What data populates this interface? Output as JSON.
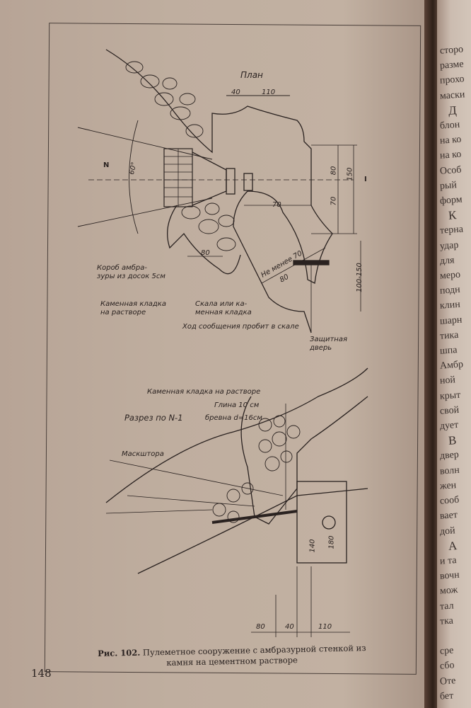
{
  "left_page": {
    "page_number": "148",
    "figure": {
      "plan_title": "План",
      "plan_dims": {
        "d40": "40",
        "d110": "110",
        "d80v": "80",
        "d150v": "150",
        "d70v": "70",
        "d70h": "70",
        "d100_150": "100-150",
        "d80b": "80",
        "d80c": "80",
        "angle": "60°",
        "n_mark": "N",
        "i_mark": "I",
        "not_less": "Не менее 70"
      },
      "plan_labels": {
        "box_line1": "Короб амбра-",
        "box_line2": "зуры из досок 5см",
        "masonry_line1": "Каменная кладка",
        "masonry_line2": "на растворе",
        "rock_line1": "Скала или ка-",
        "rock_line2": "менная кладка",
        "passage": "Ход сообщения пробит в скале",
        "door_line1": "Защитная",
        "door_line2": "дверь"
      },
      "section_title": "Разрез по N-1",
      "section_labels": {
        "masonry": "Каменная кладка на растворе",
        "clay": "Глина 10 см",
        "logs": "бревна d=16см",
        "mask": "Маскштора"
      },
      "section_dims": {
        "d140": "140",
        "d180": "180",
        "d80": "80",
        "d40": "40",
        "d110": "110"
      },
      "caption_bold": "Рис. 102.",
      "caption_text": "Пулеметное сооружение с амбразурной стенкой из камня на цементном растворе"
    }
  },
  "right_page": {
    "lines": [
      "сторо",
      "разме",
      "прохо",
      "маски",
      "Д",
      "блон",
      "на ко",
      "на ко",
      "Особ",
      "рый",
      "форм",
      "К",
      "терна",
      "удар",
      "для",
      "меро",
      "подн",
      "клин",
      "шарн",
      "тика",
      "шпа",
      "Амбр",
      "ной",
      "крыт",
      "свой",
      "дует",
      "В",
      "двер",
      "волн",
      "жен",
      "сооб",
      "вает",
      "дой",
      "А",
      "и та",
      "вочн",
      "мож",
      "тал",
      "тка",
      "",
      "сре",
      "сбо",
      "Оте",
      "бет"
    ]
  }
}
